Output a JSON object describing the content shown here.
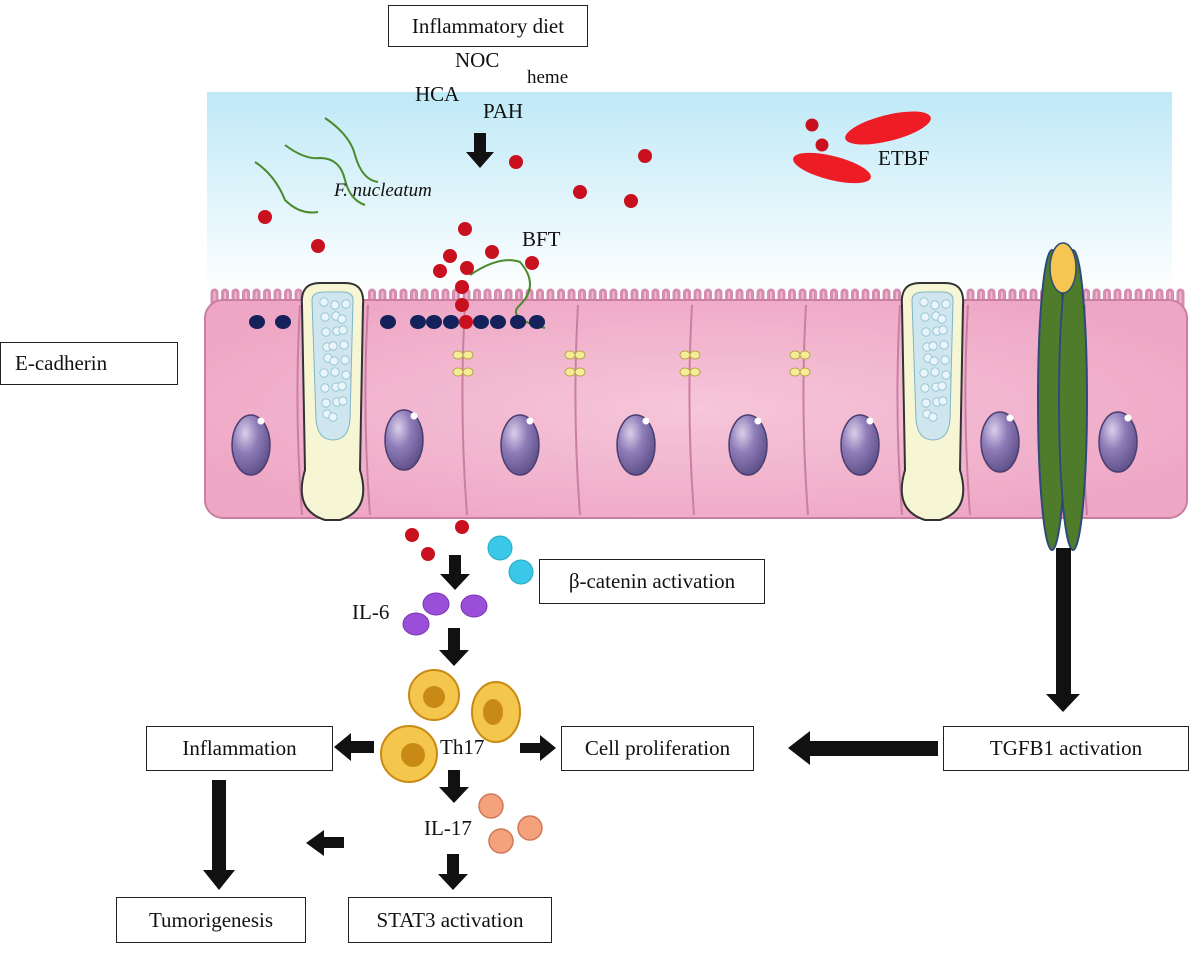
{
  "diet": {
    "title": "Inflammatory diet",
    "compounds": {
      "noc": "NOC",
      "heme": "heme",
      "hca": "HCA",
      "pah": "PAH"
    }
  },
  "bacteria": {
    "fusobacterium": "F. nucleatum",
    "etbf": "ETBF",
    "bft": "BFT"
  },
  "legend": {
    "ecadherin": "E-cadherin"
  },
  "pathway": {
    "beta_catenin": "β-catenin activation",
    "il6": "IL-6",
    "th17": "Th17",
    "il17": "IL-17",
    "inflammation": "Inflammation",
    "cell_proliferation": "Cell proliferation",
    "tgfb1": "TGFB1 activation",
    "stat3": "STAT3 activation",
    "tumorigenesis": "Tumorigenesis"
  },
  "colors": {
    "lumen": "#c4ecf8",
    "lumen_edge": "#ffffff",
    "epithelium": "#f2b6cf",
    "epithelium_edge": "#c97fa2",
    "nucleus": "#7d6aa6",
    "bft_toxin": "#c8101e",
    "etbf": "#ee1c24",
    "ecadherin": "#14215a",
    "beta_catenin": "#39c8e8",
    "il6": "#9b4fd8",
    "th17": "#f4c64b",
    "il17": "#f3a27c",
    "goblet": "#f4f5d2",
    "tgfb_receptor": "#4f7d2e",
    "arrow": "#111111"
  }
}
